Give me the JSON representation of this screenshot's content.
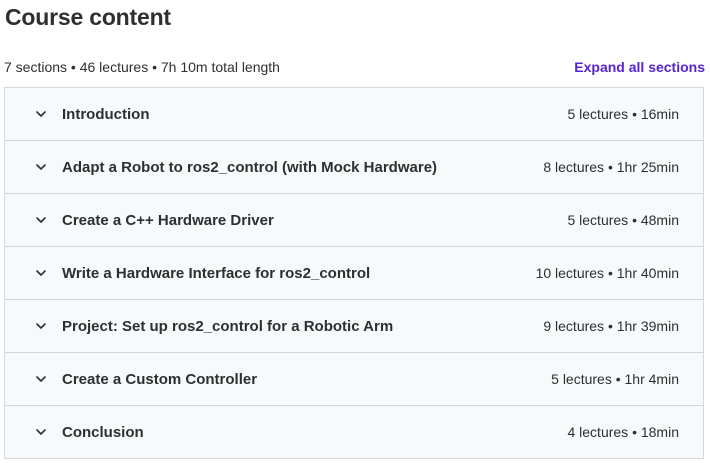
{
  "header": {
    "title": "Course content",
    "summary": "7 sections • 46 lectures • 7h 10m total length",
    "expand_label": "Expand all sections"
  },
  "sections": [
    {
      "title": "Introduction",
      "meta": "5 lectures • 16min"
    },
    {
      "title": "Adapt a Robot to ros2_control (with Mock Hardware)",
      "meta": "8 lectures • 1hr 25min"
    },
    {
      "title": "Create a C++ Hardware Driver",
      "meta": "5 lectures • 48min"
    },
    {
      "title": "Write a Hardware Interface for ros2_control",
      "meta": "10 lectures • 1hr 40min"
    },
    {
      "title": "Project: Set up ros2_control for a Robotic Arm",
      "meta": "9 lectures • 1hr 39min"
    },
    {
      "title": "Create a Custom Controller",
      "meta": "5 lectures • 1hr 4min"
    },
    {
      "title": "Conclusion",
      "meta": "4 lectures • 18min"
    }
  ],
  "icons": {
    "section_toggle": "chevron-down-icon"
  },
  "colors": {
    "text": "#2d2f31",
    "link": "#5624d0",
    "section_bg": "#f7f9fa",
    "border": "#d1d7dc"
  }
}
